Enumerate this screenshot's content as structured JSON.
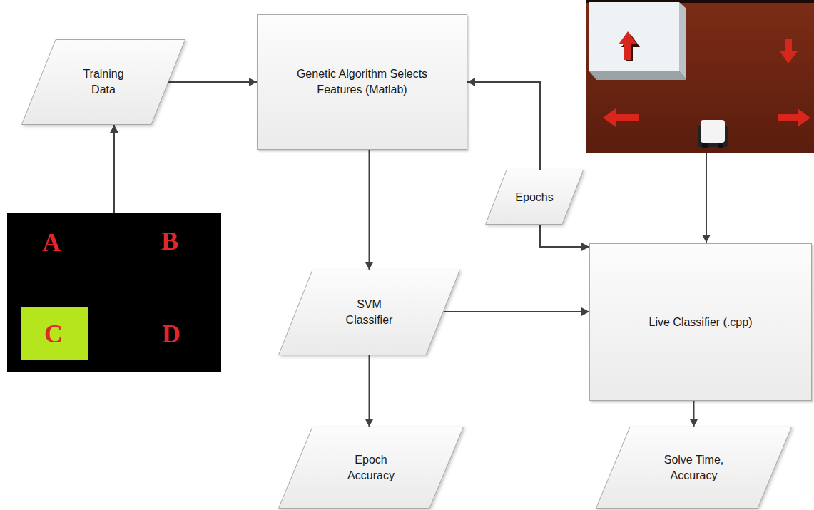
{
  "diagram": {
    "nodes": [
      {
        "text": [
          "Training Data"
        ]
      },
      {
        "text": [
          "Genetic Algorithm Selects Features (Matlab)"
        ]
      },
      {
        "text": [
          "Epochs"
        ]
      },
      {
        "text": [
          "A",
          "B",
          "C",
          "D"
        ]
      },
      {
        "text": [
          "SVM Classifier"
        ]
      },
      {
        "text": [
          "Live Classifier (.cpp)"
        ]
      },
      {
        "text": [
          "Epoch Accuracy"
        ]
      },
      {
        "text": [
          "Solve Time, Accuracy"
        ]
      }
    ],
    "edges": [
      {
        "from": 3,
        "to": 0,
        "arrow": "to"
      },
      {
        "from": 0,
        "to": 1,
        "arrow": "to"
      },
      {
        "from": 1,
        "to": 4,
        "arrow": "to"
      },
      {
        "from": 2,
        "to": 1,
        "arrow": "to"
      },
      {
        "from": 2,
        "to": 5,
        "arrow": "to"
      },
      {
        "from": 4,
        "to": 5,
        "arrow": "to"
      },
      {
        "from": 4,
        "to": 6,
        "arrow": "to"
      },
      {
        "from": 5,
        "to": 7,
        "arrow": "to"
      }
    ]
  }
}
